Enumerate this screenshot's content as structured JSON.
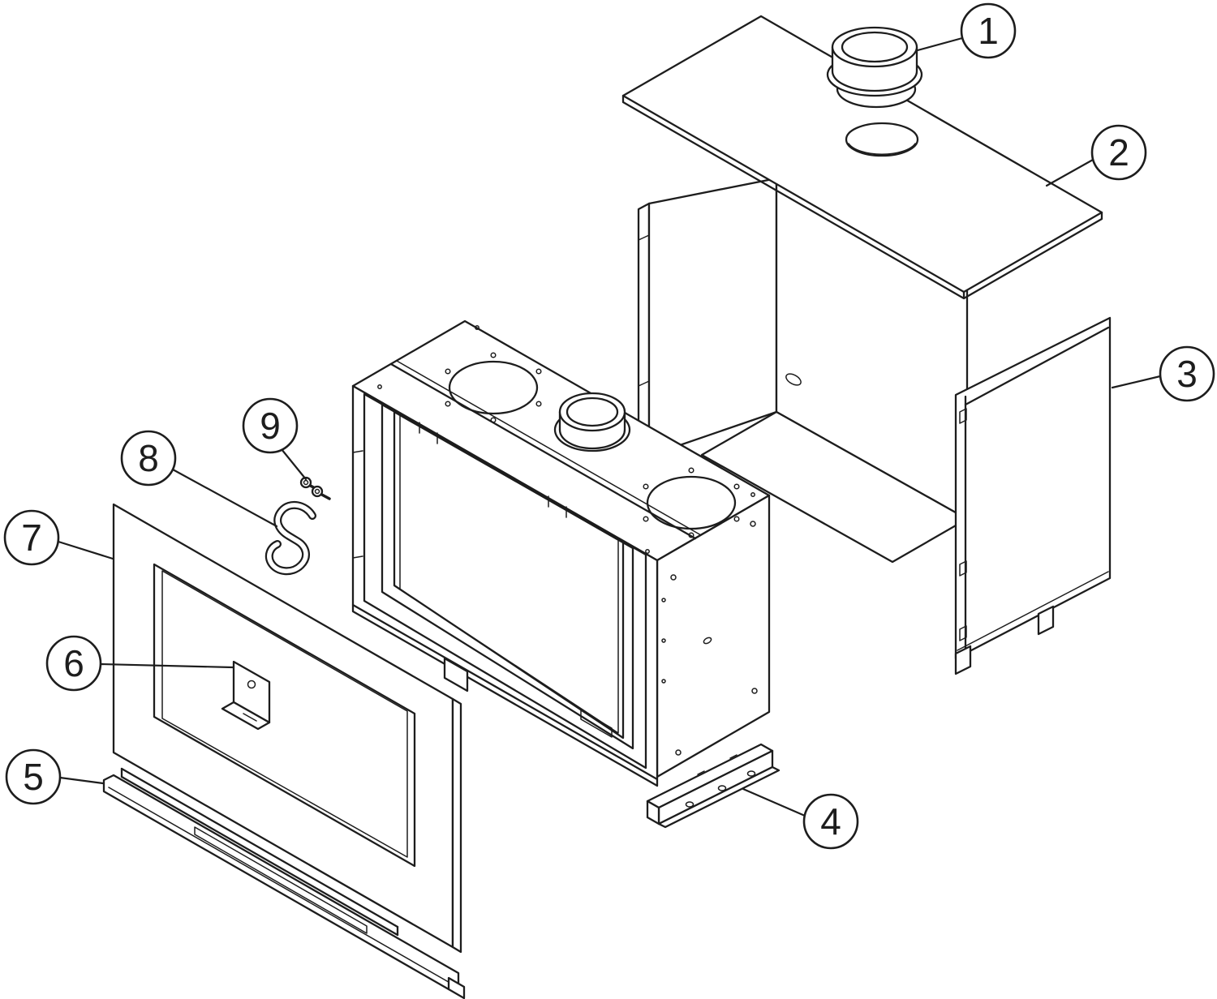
{
  "diagram": {
    "kind": "exploded-parts-diagram",
    "background": "#ffffff",
    "line_color": "#1d1d1d",
    "callouts": [
      {
        "label": "1"
      },
      {
        "label": "2"
      },
      {
        "label": "3"
      },
      {
        "label": "4"
      },
      {
        "label": "5"
      },
      {
        "label": "6"
      },
      {
        "label": "7"
      },
      {
        "label": "8"
      },
      {
        "label": "9"
      }
    ]
  }
}
